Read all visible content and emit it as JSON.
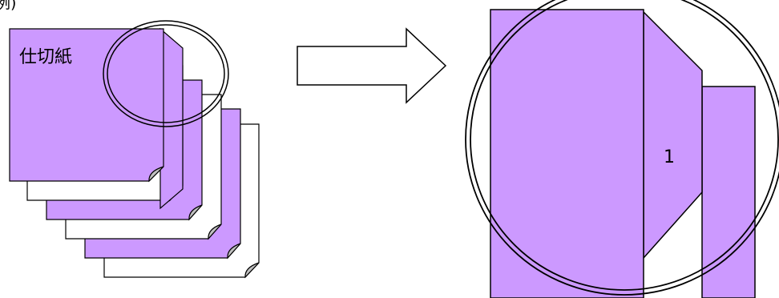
{
  "caption": "例)",
  "divider_label": "仕切紙",
  "tab_number": "1",
  "colors": {
    "divider": "#cc99ff",
    "paper": "#ffffff",
    "outline": "#000000",
    "curl": "#c0c0c0"
  },
  "icons": {
    "arrow": "right-arrow-outline",
    "magnifier": "double-circle-outline"
  }
}
